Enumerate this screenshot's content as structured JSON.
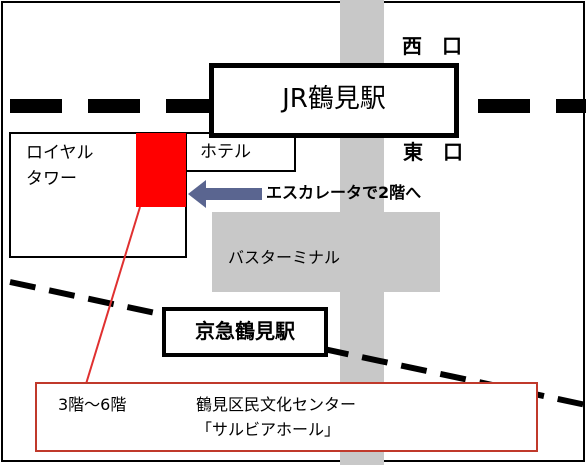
{
  "map": {
    "west_exit": "西　口",
    "east_exit": "東　口",
    "jr_station": "JR鶴見駅",
    "keikyu_station": "京急鶴見駅",
    "royal_tower_line1": "ロイヤル",
    "royal_tower_line2": "タワー",
    "hotel": "ホテル",
    "escalator_note": "エスカレータで2階へ",
    "bus_terminal": "バスターミナル",
    "venue_floors": "3階～6階",
    "venue_name": "鶴見区民文化センター",
    "venue_nickname": "「サルビアホール」"
  },
  "colors": {
    "road": "#c8c8c8",
    "venue_marker": "#ff0000",
    "arrow": "#5a6590",
    "leader_line": "#e03030",
    "info_border": "#c0392b"
  }
}
